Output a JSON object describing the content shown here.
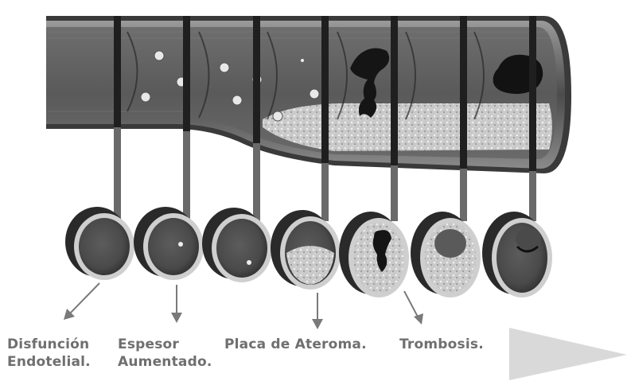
{
  "labels": {
    "stage_1": {
      "line1": "Disfunción",
      "line2": "Endotelial."
    },
    "stage_2": {
      "line1": "Espesor",
      "line2": "Aumentado."
    },
    "stage_3": {
      "line1": "Placa de Ateroma.",
      "line2": ""
    },
    "stage_4": {
      "line1": "Trombosis.",
      "line2": ""
    }
  },
  "navigation": {
    "next_icon": "next-arrow-icon"
  },
  "colors": {
    "label_text": "#6f6f6f",
    "vessel_wall": "#4a4a4a",
    "vessel_lumen": "#5a5a5a",
    "plaque": "#c8c8c8",
    "clot": "#1a1a1a",
    "arrow": "#7a7a7a",
    "next_arrow": "#d9d9d9"
  }
}
